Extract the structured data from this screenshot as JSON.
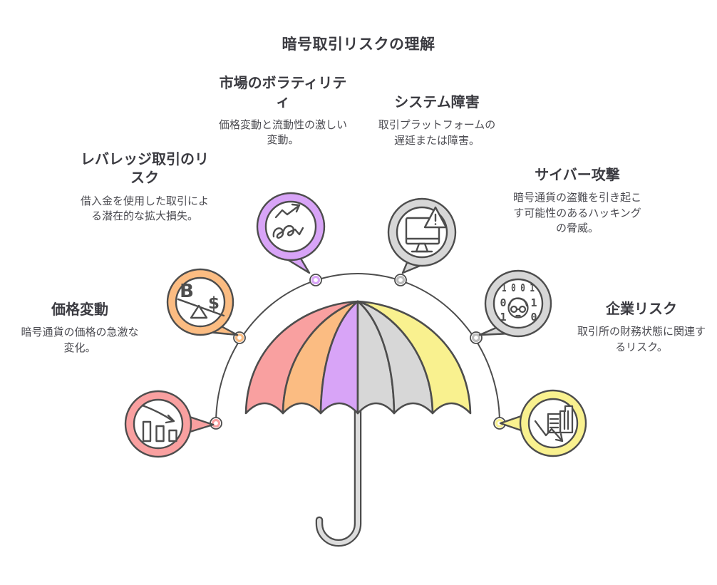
{
  "title": "暗号取引リスクの理解",
  "colors": {
    "pink": "#f9a0a0",
    "orange": "#fbbc82",
    "purple": "#d8a4f7",
    "gray": "#d7d7d7",
    "yellow": "#f9f18f",
    "outline": "#4d4d4d",
    "heading_text": "#3b3b41",
    "body_text": "#4b4b51"
  },
  "umbrella": {
    "panel_colors": [
      "#f9a0a0",
      "#fbbc82",
      "#d8a4f7",
      "#d7d7d7",
      "#d7d7d7",
      "#f9f18f"
    ],
    "handle_color": "#dcdcdc"
  },
  "risks": [
    {
      "id": "market-volatility",
      "label": "市場のボラティリティ",
      "description": "価格変動と流動性の激しい変動。",
      "icon": "volatility-chart-icon",
      "color": "#d8a4f7"
    },
    {
      "id": "system-failure",
      "label": "システム障害",
      "description": "取引プラットフォームの遅延または障害。",
      "icon": "monitor-warning-icon",
      "color": "#d7d7d7"
    },
    {
      "id": "leverage-trading-risk",
      "label": "レバレッジ取引のリスク",
      "description": "借入金を使用した取引による潜在的な拡大損失。",
      "icon": "bitcoin-dollar-seesaw-icon",
      "color": "#fbbc82"
    },
    {
      "id": "cyber-attack",
      "label": "サイバー攻撃",
      "description": "暗号通貨の盗難を引き起こす可能性のあるハッキングの脅威。",
      "icon": "hacker-binary-icon",
      "color": "#d7d7d7"
    },
    {
      "id": "price-volatility",
      "label": "価格変動",
      "description": "暗号通貨の価格の急激な変化。",
      "icon": "declining-bars-icon",
      "color": "#f9a0a0"
    },
    {
      "id": "corporate-risk",
      "label": "企業リスク",
      "description": "取引所の財務状態に関連するリスク。",
      "icon": "building-decline-icon",
      "color": "#f9f18f"
    }
  ],
  "icon_glyphs": {
    "bitcoin": "B",
    "dollar": "$",
    "binary_row1": "1 0 0 1",
    "binary_l2": "0",
    "binary_r2": "1",
    "binary_l3": "1",
    "binary_r3": "0"
  }
}
